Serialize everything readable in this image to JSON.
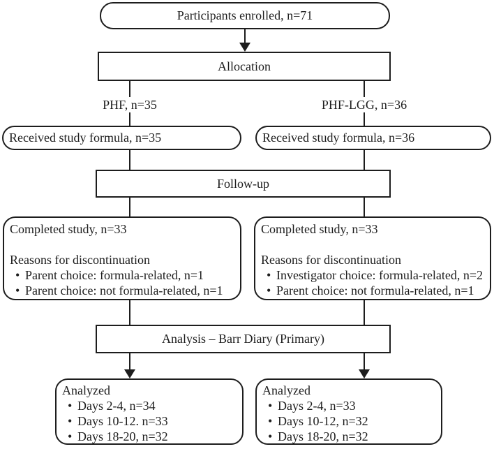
{
  "colors": {
    "ink": "#1d1d1d",
    "background": "#ffffff"
  },
  "glyphs": {
    "bullet": "•"
  },
  "flowchart": {
    "enrolled": "Participants enrolled, n=71",
    "allocation": "Allocation",
    "arm_left_label": "PHF, n=35",
    "arm_right_label": "PHF-LGG, n=36",
    "received_left": "Received study formula, n=35",
    "received_right": "Received study formula, n=36",
    "followup": "Follow-up",
    "completed_left": {
      "title": "Completed study, n=33",
      "reasons_heading": "Reasons for discontinuation",
      "reasons": [
        "Parent choice: formula-related, n=1",
        "Parent choice: not formula-related, n=1"
      ]
    },
    "completed_right": {
      "title": "Completed study, n=33",
      "reasons_heading": "Reasons for discontinuation",
      "reasons": [
        "Investigator choice: formula-related, n=2",
        "Parent choice: not formula-related, n=1"
      ]
    },
    "analysis": "Analysis – Barr Diary (Primary)",
    "analyzed_left": {
      "title": "Analyzed",
      "items": [
        "Days 2-4, n=34",
        "Days 10-12. n=33",
        "Days 18-20, n=32"
      ]
    },
    "analyzed_right": {
      "title": "Analyzed",
      "items": [
        "Days 2-4, n=33",
        "Days 10-12, n=32",
        "Days 18-20, n=32"
      ]
    }
  }
}
